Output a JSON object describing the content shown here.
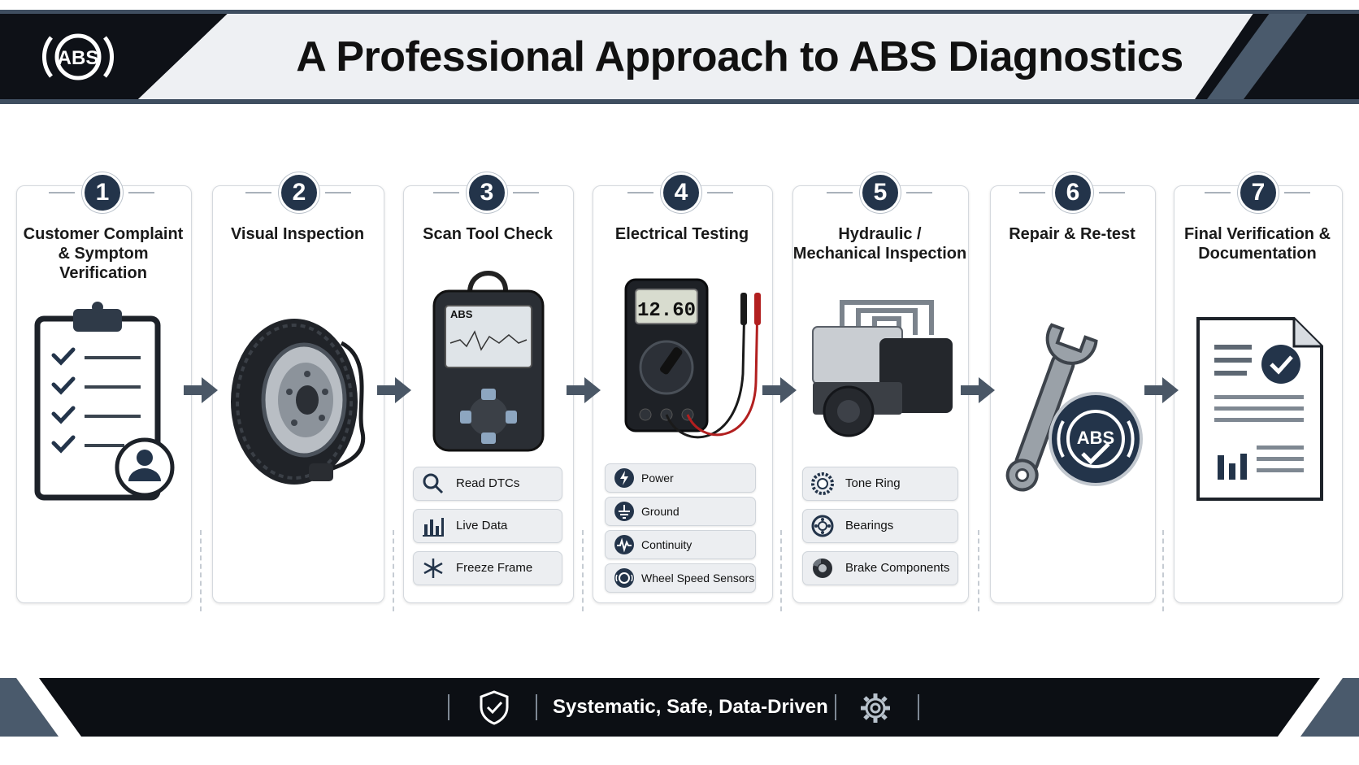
{
  "header": {
    "title": "A Professional Approach to ABS Diagnostics",
    "logo_text": "ABS"
  },
  "steps": [
    {
      "number": "1",
      "title_line1": "Customer Complaint",
      "title_line2": "& Symptom Verification"
    },
    {
      "number": "2",
      "title_line1": "Visual Inspection",
      "title_line2": ""
    },
    {
      "number": "3",
      "title_line1": "Scan Tool Check",
      "title_line2": "",
      "screen_label": "ABS",
      "items": [
        {
          "label": "Read DTCs",
          "icon": "search-icon"
        },
        {
          "label": "Live Data",
          "icon": "bar-chart-icon"
        },
        {
          "label": "Freeze Frame",
          "icon": "snowflake-icon"
        }
      ]
    },
    {
      "number": "4",
      "title_line1": "Electrical Testing",
      "title_line2": "",
      "meter_reading": "12.60",
      "items": [
        {
          "label": "Power",
          "icon": "lightning-icon"
        },
        {
          "label": "Ground",
          "icon": "ground-icon"
        },
        {
          "label": "Continuity",
          "icon": "waveform-icon"
        },
        {
          "label": "Wheel Speed Sensors",
          "icon": "sensor-icon"
        }
      ]
    },
    {
      "number": "5",
      "title_line1": "Hydraulic /",
      "title_line2": "Mechanical Inspection",
      "items": [
        {
          "label": "Tone Ring",
          "icon": "tone-ring-icon"
        },
        {
          "label": "Bearings",
          "icon": "bearing-icon"
        },
        {
          "label": "Brake Components",
          "icon": "brake-disc-icon"
        }
      ]
    },
    {
      "number": "6",
      "title_line1": "Repair & Re-test",
      "title_line2": "",
      "badge_text": "ABS"
    },
    {
      "number": "7",
      "title_line1": "Final Verification &",
      "title_line2": "Documentation"
    }
  ],
  "footer": {
    "tagline": "Systematic, Safe, Data-Driven"
  },
  "colors": {
    "navy": "#23344a",
    "dark": "#0c0f14",
    "slate": "#4a5a6c",
    "accent_red": "#b21f1f"
  }
}
